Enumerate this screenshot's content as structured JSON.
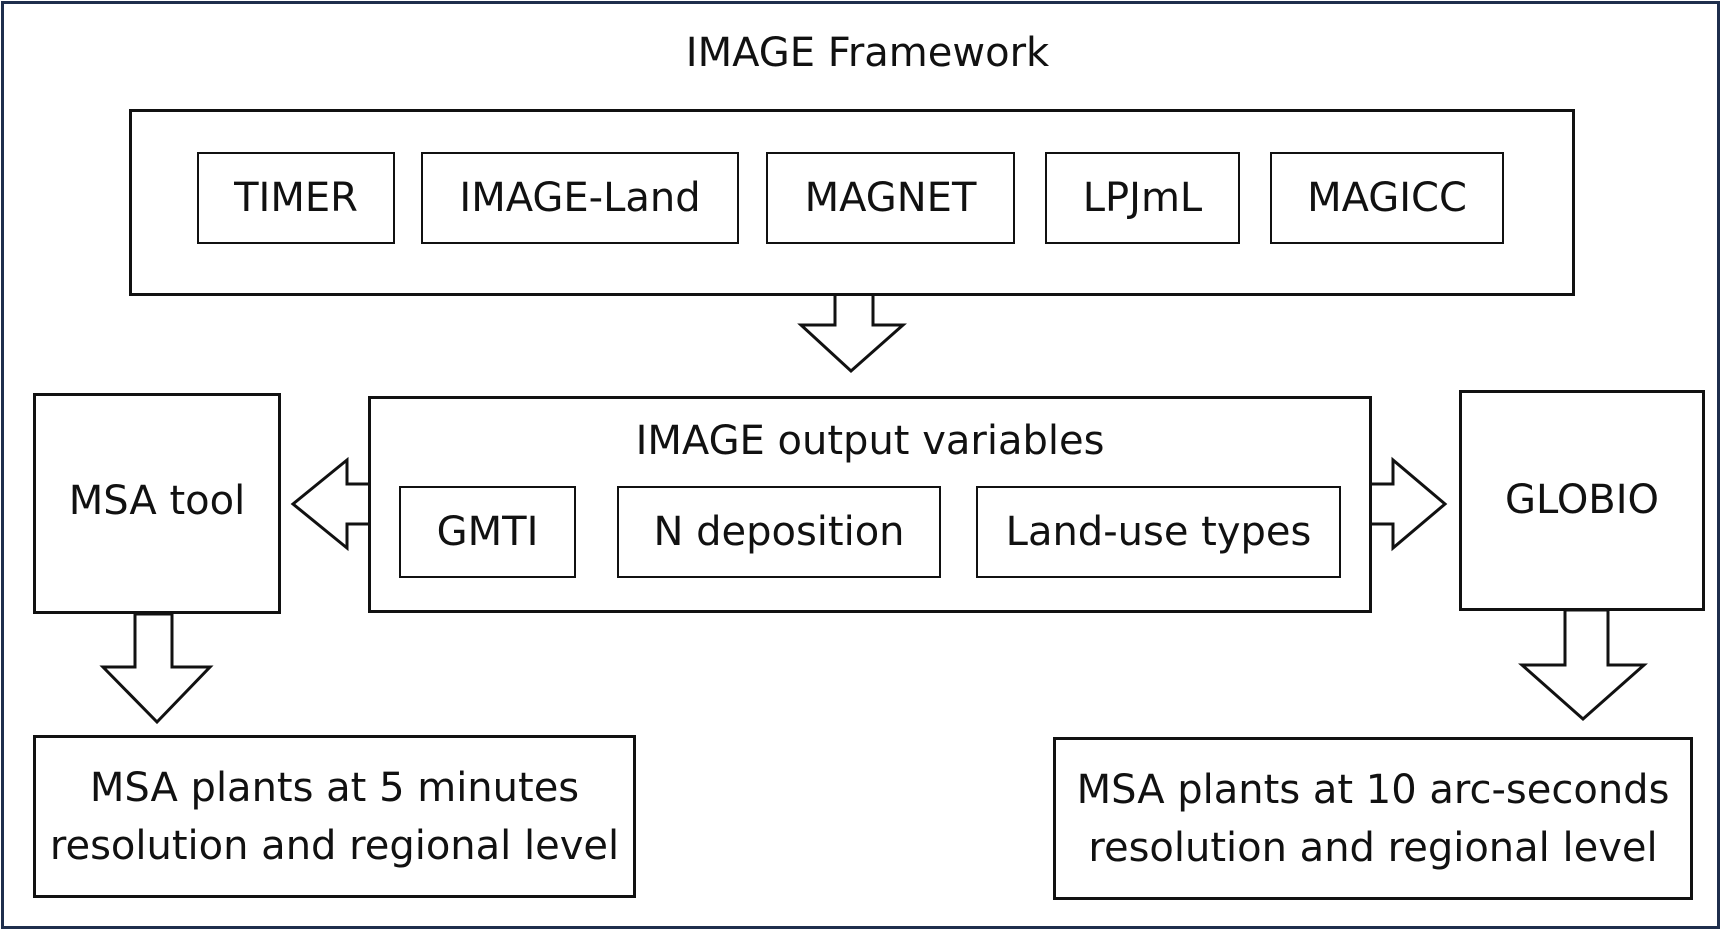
{
  "framework": {
    "title": "IMAGE Framework",
    "models": [
      "TIMER",
      "IMAGE-Land",
      "MAGNET",
      "LPJmL",
      "MAGICC"
    ]
  },
  "output": {
    "title": "IMAGE output variables",
    "variables": [
      "GMTI",
      "N deposition",
      "Land-use types"
    ]
  },
  "tools": {
    "left": "MSA tool",
    "right": "GLOBIO"
  },
  "results": {
    "left_line1": "MSA plants at 5 minutes",
    "left_line2": "resolution and regional level",
    "right_line1": "MSA plants at 10 arc-seconds",
    "right_line2": "resolution and regional level"
  }
}
